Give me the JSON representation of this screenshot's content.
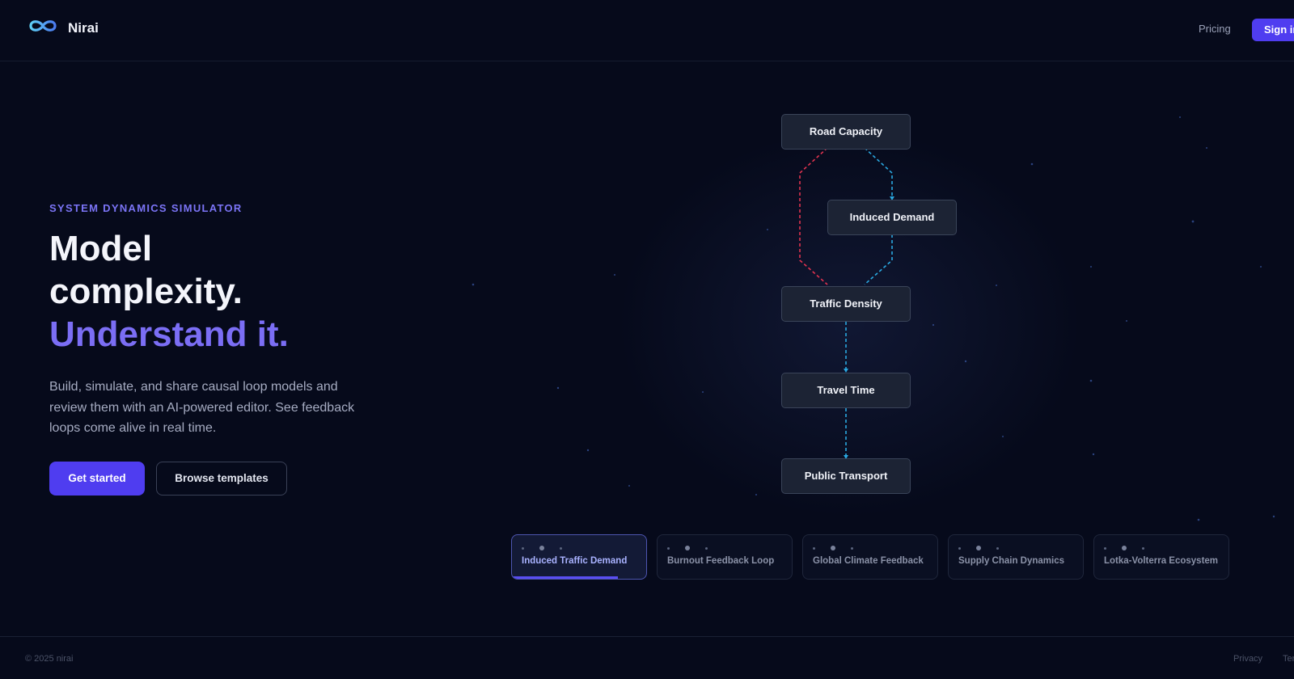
{
  "header": {
    "brand_name": "Nirai",
    "nav": {
      "pricing": "Pricing",
      "sign_in": "Sign in"
    }
  },
  "hero": {
    "eyebrow": "SYSTEM DYNAMICS SIMULATOR",
    "headline_line1": "Model",
    "headline_line2": "complexity.",
    "headline_accent": "Understand it.",
    "subtext": "Build, simulate, and share causal loop models and review them with an AI-powered editor. See feedback loops come alive in real time.",
    "primary_cta": "Get started",
    "secondary_cta": "Browse templates"
  },
  "diagram": {
    "nodes": [
      "Road Capacity",
      "Induced Demand",
      "Traffic Density",
      "Travel Time",
      "Public Transport"
    ]
  },
  "template_tabs": [
    {
      "label": "Induced Traffic Demand",
      "active": true,
      "progress": 0.78
    },
    {
      "label": "Burnout Feedback Loop",
      "active": false
    },
    {
      "label": "Global Climate Feedback",
      "active": false
    },
    {
      "label": "Supply Chain Dynamics",
      "active": false
    },
    {
      "label": "Lotka-Volterra Ecosystem",
      "active": false
    }
  ],
  "footer": {
    "copyright": "© 2025 nirai",
    "links": [
      "Privacy",
      "Terms"
    ]
  },
  "colors": {
    "background": "#060a1b",
    "accent": "#4f3df0",
    "accent_text": "#7b6ef5",
    "link_negative": "#e0334f",
    "link_positive": "#2aa8e0"
  }
}
